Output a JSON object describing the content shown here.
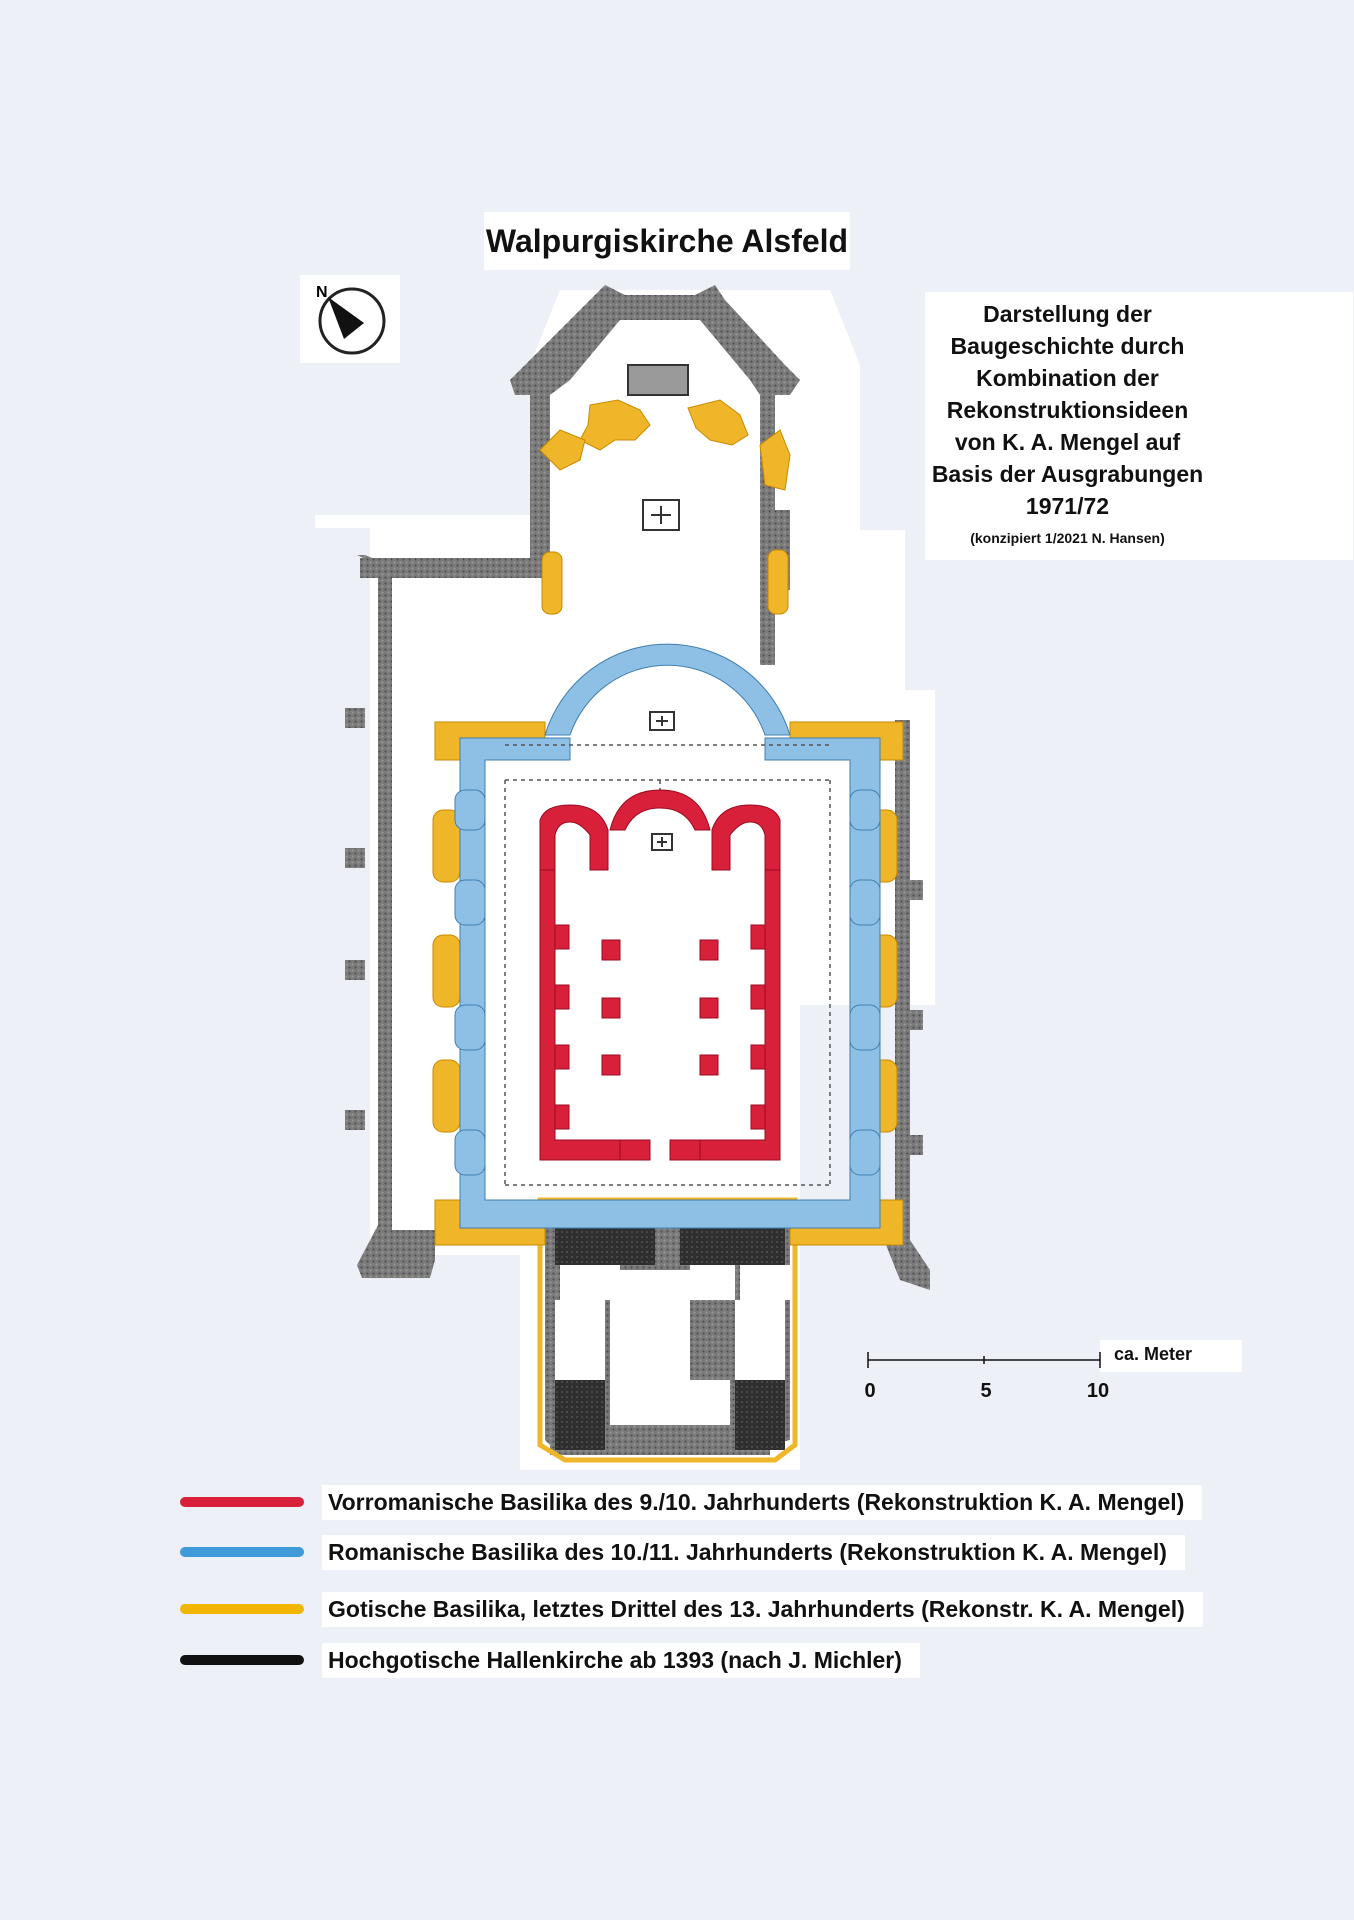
{
  "title": "Walpurgiskirche Alsfeld",
  "description": {
    "lines": [
      "Darstellung der",
      "Baugeschichte durch",
      "Kombination der",
      "Rekonstruktionsideen",
      "von K. A. Mengel auf",
      "Basis der Ausgrabungen",
      "1971/72"
    ],
    "credit": "(konzipiert 1/2021 N. Hansen)"
  },
  "compass": {
    "label": "N"
  },
  "scale": {
    "unit": "ca. Meter",
    "ticks": [
      "0",
      "5",
      "10"
    ]
  },
  "legend": [
    {
      "color": "#d8203a",
      "label": "Vorromanische Basilika des 9./10. Jahrhunderts (Rekonstruktion K. A. Mengel)"
    },
    {
      "color": "#3f9ad8",
      "label": "Romanische Basilika des 10./11. Jahrhunderts (Rekonstruktion K. A. Mengel)"
    },
    {
      "color": "#f2b500",
      "label": "Gotische Basilika, letztes Drittel des 13. Jahrhunderts (Rekonstr. K. A. Mengel)"
    },
    {
      "color": "#111111",
      "label": "Hochgotische Hallenkirche ab 1393 (nach J. Michler)"
    }
  ],
  "colors": {
    "pre_romanesque": "#d8203a",
    "romanesque": "#8ec0e6",
    "gothic": "#f0b62a",
    "high_gothic": "#6a6a6a",
    "paper": "#ffffff"
  }
}
